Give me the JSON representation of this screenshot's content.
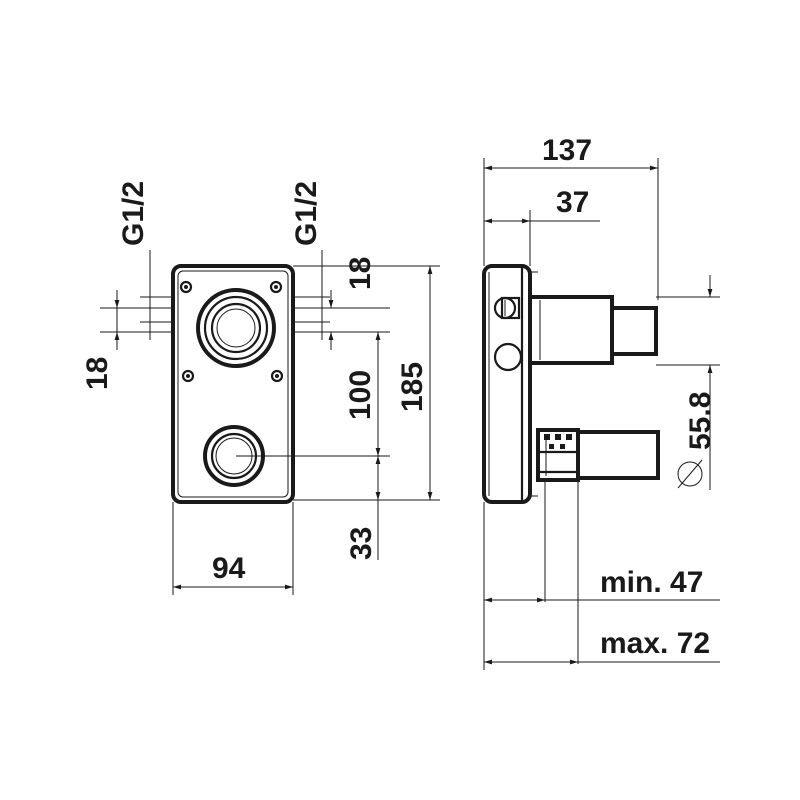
{
  "front_view": {
    "label_thread_left": "G1/2",
    "label_thread_right": "G1/2",
    "label_18_top": "18",
    "label_18_left": "18",
    "label_100": "100",
    "label_185": "185",
    "label_33": "33",
    "label_94": "94"
  },
  "side_view": {
    "label_137": "137",
    "label_37": "37",
    "label_55_8": "55.8",
    "label_min": "min. 47",
    "label_max": "max. 72"
  }
}
